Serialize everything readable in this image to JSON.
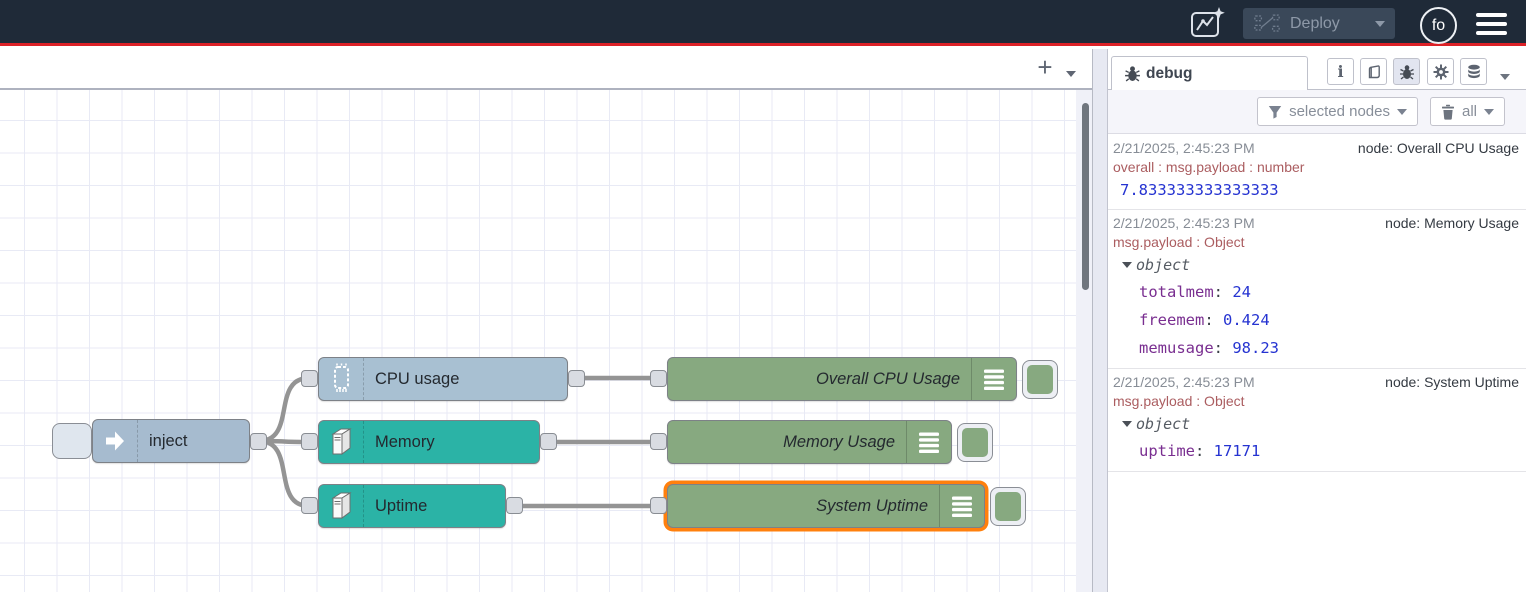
{
  "header": {
    "deploy": {
      "label": "Deploy"
    },
    "avatar": {
      "initials": "fo"
    }
  },
  "workspace": {
    "add_flow_label": "+"
  },
  "flow": {
    "inject": {
      "label": "inject"
    },
    "cpu": {
      "label": "CPU usage"
    },
    "memory": {
      "label": "Memory"
    },
    "uptime": {
      "label": "Uptime"
    },
    "debug_cpu": {
      "label": "Overall CPU Usage"
    },
    "debug_memory": {
      "label": "Memory Usage"
    },
    "debug_uptime": {
      "label": "System Uptime"
    }
  },
  "sidebar": {
    "tab_label": "debug",
    "toolbar": {
      "filter_label": "selected nodes",
      "clear_label": "all"
    },
    "messages": [
      {
        "timestamp": "2/21/2025, 2:45:23 PM",
        "source": "node: Overall CPU Usage",
        "property": "overall : msg.payload : number",
        "value": "7.833333333333333"
      },
      {
        "timestamp": "2/21/2025, 2:45:23 PM",
        "source": "node: Memory Usage",
        "property": "msg.payload : Object",
        "object_label": "object",
        "entries": [
          {
            "key": "totalmem",
            "sep": ": ",
            "value": "24"
          },
          {
            "key": "freemem",
            "sep": ": ",
            "value": "0.424"
          },
          {
            "key": "memusage",
            "sep": ": ",
            "value": "98.23"
          }
        ]
      },
      {
        "timestamp": "2/21/2025, 2:45:23 PM",
        "source": "node: System Uptime",
        "property": "msg.payload : Object",
        "object_label": "object",
        "entries": [
          {
            "key": "uptime",
            "sep": ": ",
            "value": "17171"
          }
        ]
      }
    ]
  },
  "icons": {
    "header": [
      "flow-ai-icon",
      "deploy-icon",
      "chevron-down-icon",
      "avatar",
      "menu-icon"
    ],
    "sidebar": [
      "bug-icon",
      "info-icon",
      "book-icon",
      "gear-icon",
      "database-icon",
      "funnel-icon",
      "trash-icon"
    ],
    "nodes": [
      "inject-arrow-icon",
      "cpu-chip-icon",
      "server-icon",
      "debug-list-icon"
    ]
  },
  "colors": {
    "header_bg": "#1f2a38",
    "accent_red": "#dc2127",
    "node_inject": "#a6bbcf",
    "node_cpu": "#a8c0d2",
    "node_os": "#2bb3a6",
    "node_debug": "#87a980",
    "selection_orange": "#ff800d",
    "wire_gray": "#949494",
    "debug_number_blue": "#2533d1",
    "debug_key_purple": "#792e90",
    "debug_property_red": "#ab5d60"
  }
}
